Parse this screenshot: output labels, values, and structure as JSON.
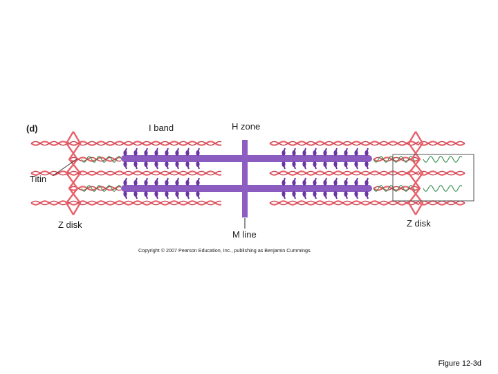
{
  "panel_label": "(d)",
  "labels": {
    "i_band": "I band",
    "h_zone": "H zone",
    "titin": "Titin",
    "z_disk_left": "Z disk",
    "z_disk_right": "Z disk",
    "m_line": "M line"
  },
  "copyright": "Copyright © 2007 Pearson Education, Inc., publishing as Benjamin Cummings.",
  "caption": "Figure 12-3d",
  "colors": {
    "actin": "#e8606a",
    "actin_dark": "#c83c4a",
    "myosin": "#8b5cc0",
    "myosin_head": "#6a36a0",
    "titin": "#2e8b4a",
    "m_line": "#8e5dc4",
    "z_disk": "#e8606a",
    "label": "#1a1a1a",
    "box": "#555555"
  }
}
